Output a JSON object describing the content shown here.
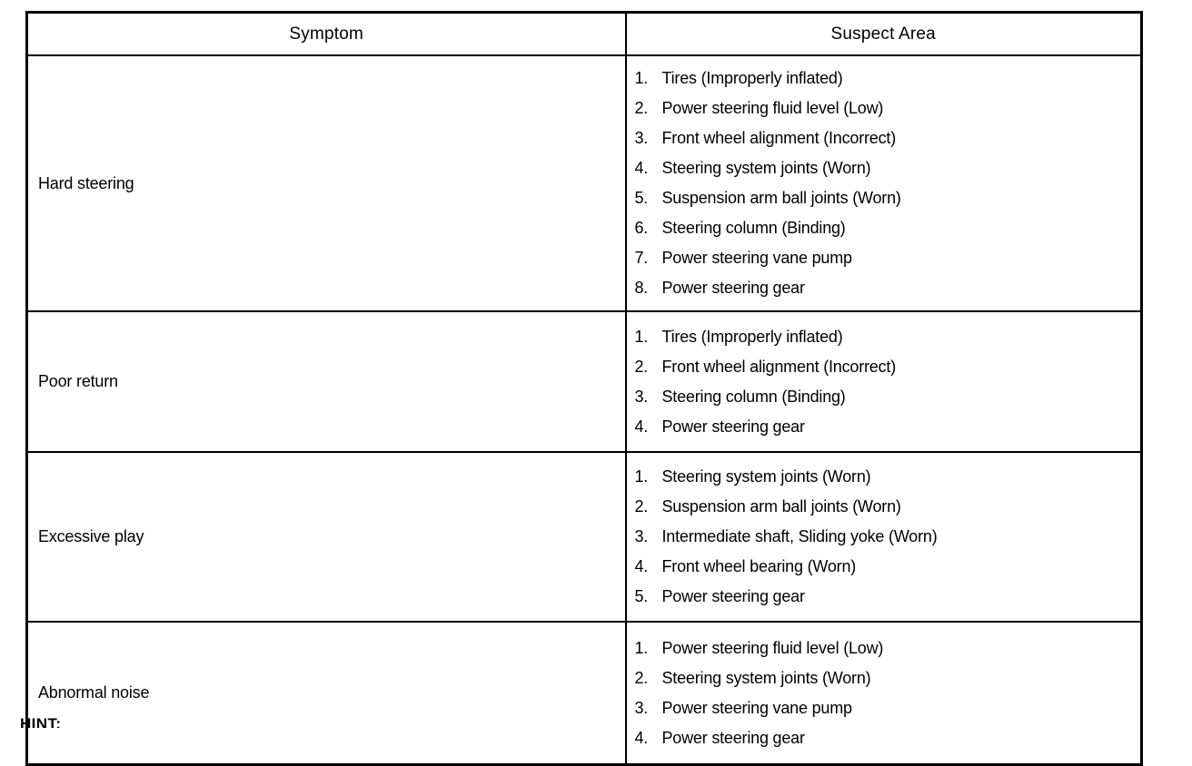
{
  "table": {
    "headers": {
      "symptom": "Symptom",
      "suspect_area": "Suspect Area"
    },
    "rows": [
      {
        "symptom": "Hard steering",
        "suspect_area": [
          {
            "num": "1.",
            "text": "Tires (Improperly inflated)"
          },
          {
            "num": "2.",
            "text": "Power steering fluid level (Low)"
          },
          {
            "num": "3.",
            "text": "Front wheel alignment (Incorrect)"
          },
          {
            "num": "4.",
            "text": "Steering system joints (Worn)"
          },
          {
            "num": "5.",
            "text": "Suspension arm ball joints (Worn)"
          },
          {
            "num": "6.",
            "text": "Steering column (Binding)"
          },
          {
            "num": "7.",
            "text": "Power steering vane pump"
          },
          {
            "num": "8.",
            "text": "Power steering gear"
          }
        ]
      },
      {
        "symptom": "Poor return",
        "suspect_area": [
          {
            "num": "1.",
            "text": "Tires (Improperly inflated)"
          },
          {
            "num": "2.",
            "text": "Front wheel alignment (Incorrect)"
          },
          {
            "num": "3.",
            "text": "Steering column (Binding)"
          },
          {
            "num": "4.",
            "text": "Power steering gear"
          }
        ]
      },
      {
        "symptom": "Excessive play",
        "suspect_area": [
          {
            "num": "1.",
            "text": "Steering system joints (Worn)"
          },
          {
            "num": "2.",
            "text": "Suspension arm ball joints (Worn)"
          },
          {
            "num": "3.",
            "text": "Intermediate shaft, Sliding yoke (Worn)"
          },
          {
            "num": "4.",
            "text": "Front wheel bearing (Worn)"
          },
          {
            "num": "5.",
            "text": "Power steering gear"
          }
        ]
      },
      {
        "symptom": "Abnormal noise",
        "suspect_area": [
          {
            "num": "1.",
            "text": "Power steering fluid level (Low)"
          },
          {
            "num": "2.",
            "text": "Steering system joints (Worn)"
          },
          {
            "num": "3.",
            "text": "Power steering vane pump"
          },
          {
            "num": "4.",
            "text": "Power steering gear"
          }
        ]
      }
    ]
  },
  "footnote": {
    "fragment": "HINT:"
  },
  "colors": {
    "ink": "#000000",
    "paper": "#ffffff"
  }
}
